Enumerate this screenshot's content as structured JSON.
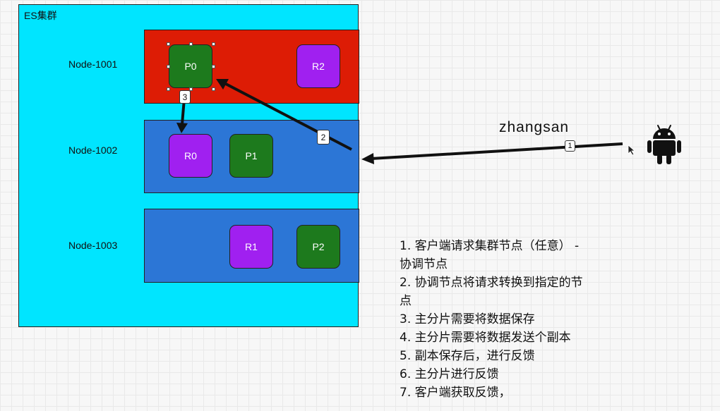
{
  "cluster": {
    "title": "ES集群",
    "color": "#00e5ff"
  },
  "nodes": [
    {
      "label": "Node-1001",
      "color": "#dd1c05"
    },
    {
      "label": "Node-1002",
      "color": "#2c76d6"
    },
    {
      "label": "Node-1003",
      "color": "#2c76d6"
    }
  ],
  "shards": {
    "p0": "P0",
    "r2": "R2",
    "r0": "R0",
    "p1": "P1",
    "r1": "R1",
    "p2": "P2",
    "primary_color": "#1d7a1d",
    "replica_color": "#a020f0"
  },
  "client": {
    "name": "zhangsan",
    "icon": "android-icon"
  },
  "arrow_labels": {
    "a1": "1",
    "a2": "2",
    "a3": "3"
  },
  "steps": [
    "1. 客户端请求集群节点（任意） -",
    "协调节点",
    "2. 协调节点将请求转换到指定的节",
    "点",
    "3. 主分片需要将数据保存",
    "4. 主分片需要将数据发送个副本",
    "5. 副本保存后，进行反馈",
    "6. 主分片进行反馈",
    "7. 客户端获取反馈，"
  ]
}
